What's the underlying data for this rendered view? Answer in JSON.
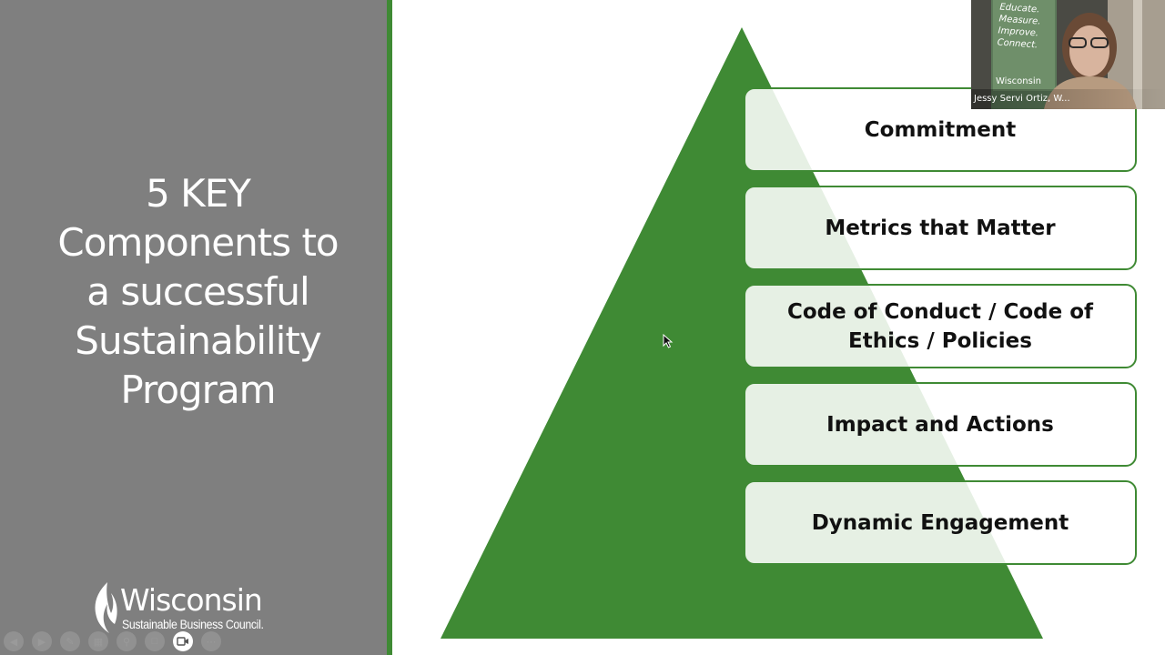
{
  "slide": {
    "title_lines": [
      "5 KEY",
      "Components to",
      "a successful",
      "Sustainability",
      "Program"
    ],
    "tiers": [
      {
        "label": "Commitment"
      },
      {
        "label": "Metrics that Matter"
      },
      {
        "label": "Code of Conduct / Code of Ethics / Policies"
      },
      {
        "label": "Impact and Actions"
      },
      {
        "label": "Dynamic Engagement"
      }
    ],
    "logo": {
      "name": "Wisconsin",
      "subtitle": "Sustainable Business Council."
    }
  },
  "video": {
    "participant_name": "Jessy Servi Ortiz, W...",
    "poster_lines": [
      "Educate.",
      "Measure.",
      "Improve.",
      "Connect."
    ],
    "poster_brand": "Wisconsin"
  },
  "toolbar": {
    "buttons": [
      "previous-slide",
      "next-slide",
      "pen",
      "slide-grid",
      "zoom",
      "subtitles",
      "video",
      "more"
    ]
  },
  "colors": {
    "accent_green": "#3f8a34",
    "panel_gray": "#7f7f7f"
  }
}
